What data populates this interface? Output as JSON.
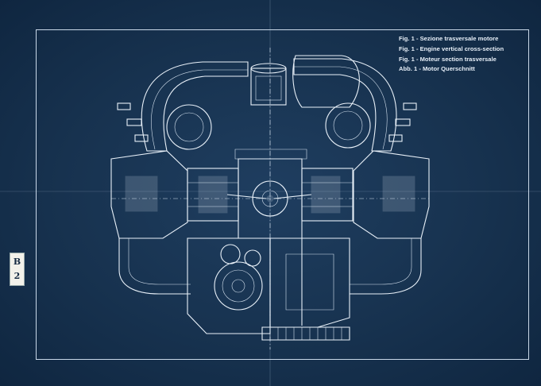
{
  "caption": {
    "lines": [
      "Fig. 1 - Sezione trasversale motore",
      "Fig. 1 - Engine vertical cross-section",
      "Fig. 1 - Moteur section trasversale",
      "Abb. 1 - Motor Querschnitt"
    ]
  },
  "sheet_tag": {
    "letter": "B",
    "number": "2"
  },
  "colors": {
    "paper": "#17324f",
    "ink": "#e8f0f8",
    "tag_paper": "#f2f1ea"
  }
}
